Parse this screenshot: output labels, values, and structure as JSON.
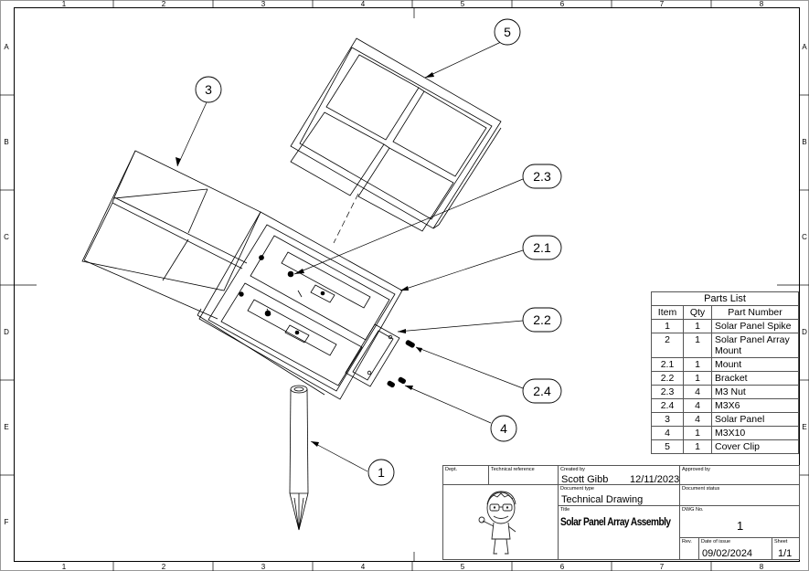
{
  "frame": {
    "columns": [
      "1",
      "2",
      "3",
      "4",
      "5",
      "6",
      "7",
      "8"
    ],
    "rows": [
      "A",
      "B",
      "C",
      "D",
      "E",
      "F"
    ]
  },
  "callouts": {
    "c1": "1",
    "c3": "3",
    "c5": "5",
    "c23": "2.3",
    "c21": "2.1",
    "c22": "2.2",
    "c24": "2.4",
    "c4": "4"
  },
  "parts_list": {
    "title": "Parts List",
    "headers": [
      "Item",
      "Qty",
      "Part Number"
    ],
    "rows": [
      [
        "1",
        "1",
        "Solar Panel Spike"
      ],
      [
        "2",
        "1",
        "Solar Panel Array Mount"
      ],
      [
        "2.1",
        "1",
        "Mount"
      ],
      [
        "2.2",
        "1",
        "Bracket"
      ],
      [
        "2.3",
        "4",
        "M3 Nut"
      ],
      [
        "2.4",
        "4",
        "M3X6"
      ],
      [
        "3",
        "4",
        "Solar Panel"
      ],
      [
        "4",
        "1",
        "M3X10"
      ],
      [
        "5",
        "1",
        "Cover Clip"
      ]
    ]
  },
  "title_block": {
    "dept_label": "Dept.",
    "techref_label": "Technical reference",
    "created_by_label": "Created by",
    "created_by": "Scott Gibb",
    "created_date": "12/11/2023",
    "approved_by_label": "Approved by",
    "doc_type_label": "Document type",
    "doc_type": "Technical Drawing",
    "doc_status_label": "Document status",
    "title_label": "Title",
    "title": "Solar Panel Array Assembly",
    "dwg_label": "DWG No.",
    "dwg_no": "1",
    "rev_label": "Rev.",
    "date_label": "Date of issue",
    "date": "09/02/2024",
    "sheet_label": "Sheet",
    "sheet": "1/1"
  }
}
